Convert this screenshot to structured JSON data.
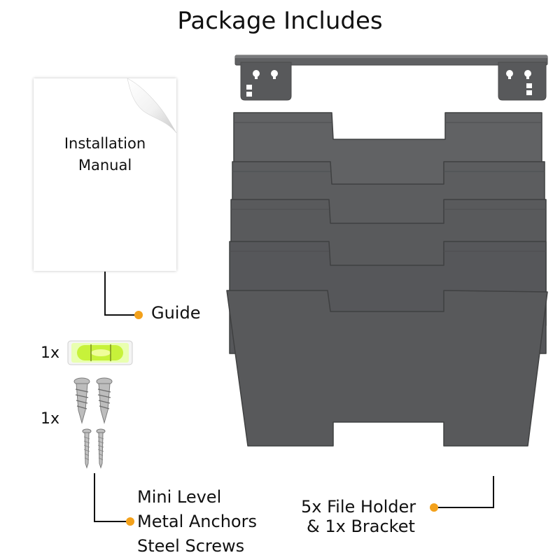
{
  "title": "Package Includes",
  "manual": {
    "line1": "Installation",
    "line2": "Manual"
  },
  "labels": {
    "guide": "Guide",
    "qty_level": "1x",
    "qty_anchors": "1x",
    "small_parts": [
      "Mini Level",
      "Metal Anchors",
      "Steel Screws"
    ],
    "holder_line1": "5x File Holder",
    "holder_line2": "& 1x Bracket"
  },
  "colors": {
    "accent_dot": "#f3a11b",
    "product_gray": "#58595b",
    "level_green": "#c7f23a"
  }
}
